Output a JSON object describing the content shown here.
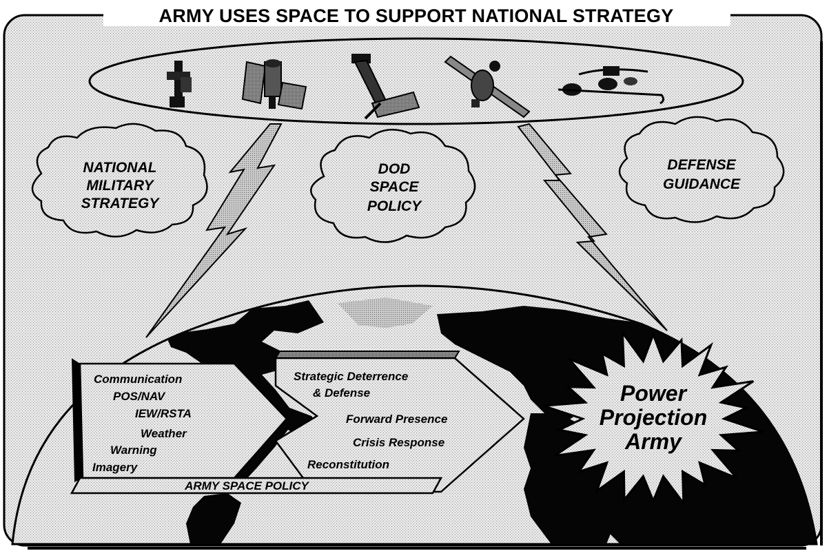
{
  "title": "ARMY USES SPACE TO SUPPORT NATIONAL STRATEGY",
  "satellites": [
    "satellite-1-icon",
    "satellite-2-icon",
    "satellite-3-icon",
    "satellite-4-icon",
    "satellite-5-icon"
  ],
  "clouds": {
    "national_military_strategy": [
      "NATIONAL",
      "MILITARY",
      "STRATEGY"
    ],
    "dod_space_policy": [
      "DOD",
      "SPACE",
      "POLICY"
    ],
    "defense_guidance": [
      "DEFENSE",
      "GUIDANCE"
    ]
  },
  "space_functions": [
    "Communication",
    "POS/NAV",
    "IEW/RSTA",
    "Weather",
    "Warning",
    "Imagery"
  ],
  "army_space_policy": "ARMY SPACE POLICY",
  "strategy_elements": [
    "Strategic Deterrence",
    "& Defense",
    "Forward Presence",
    "Crisis Response",
    "Reconstitution"
  ],
  "power_projection": [
    "Power",
    "Projection",
    "Army"
  ]
}
